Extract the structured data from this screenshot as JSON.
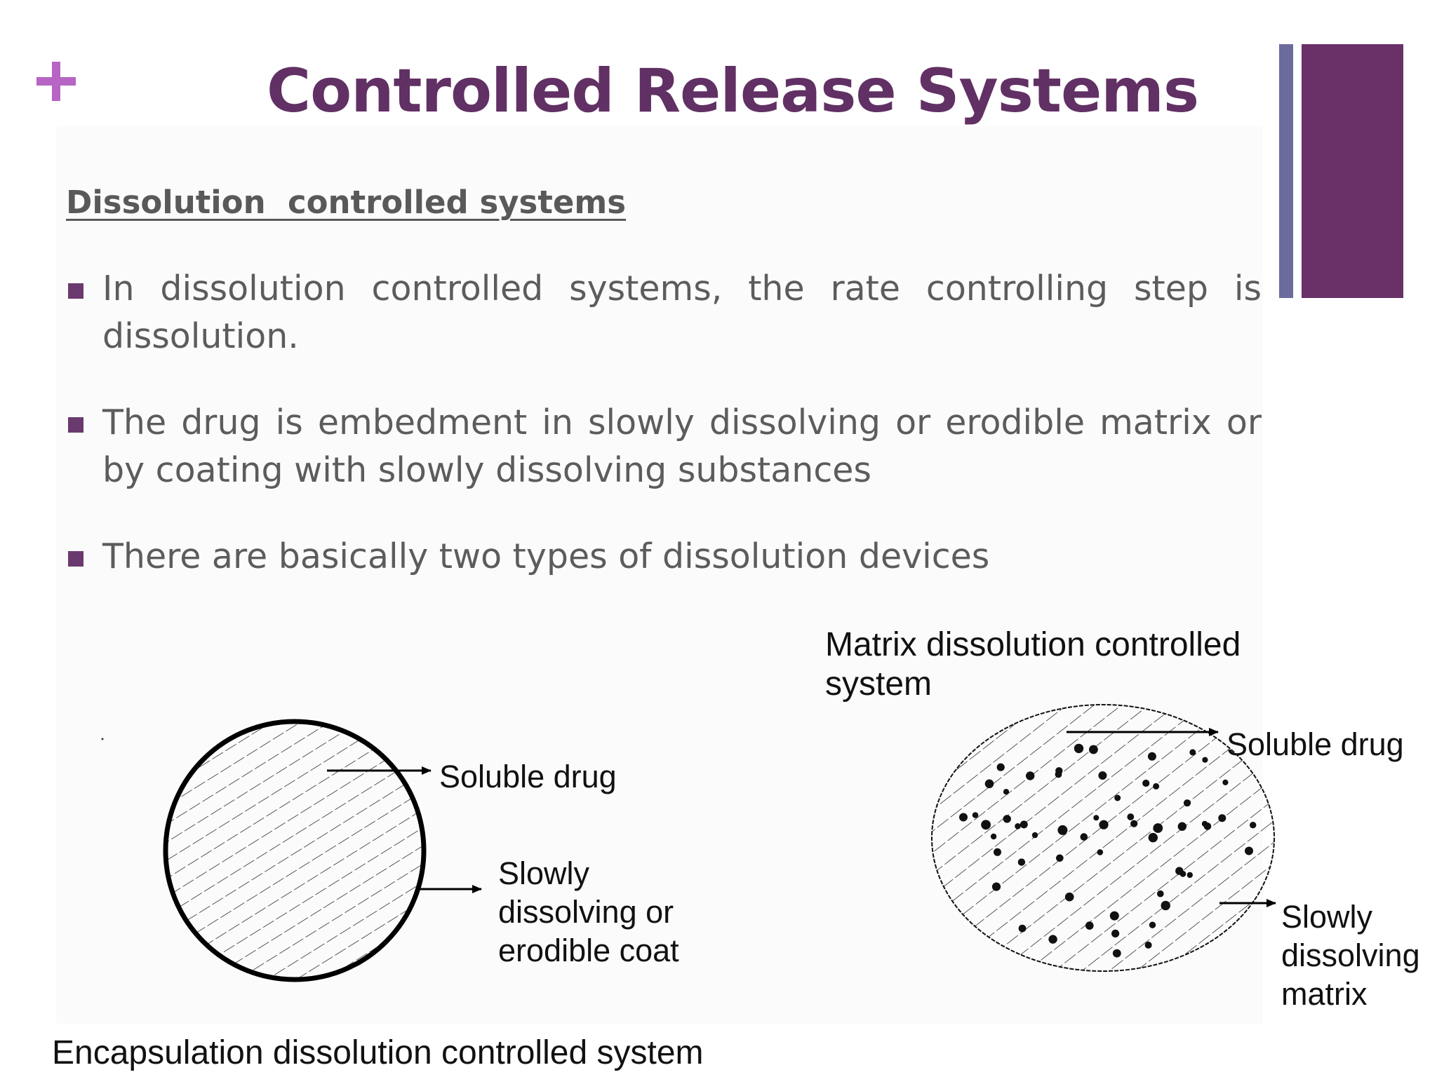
{
  "slide": {
    "title": "Controlled Release Systems",
    "section_heading": "Dissolution  controlled systems",
    "bullets": [
      "In dissolution controlled systems, the rate controlling step is dissolution.",
      "The drug is embedment in slowly dissolving or erodible matrix or by coating with slowly dissolving substances",
      "There are basically two types of dissolution devices"
    ]
  },
  "encapsulation_diagram": {
    "caption": "Encapsulation dissolution controlled system",
    "label_drug": "Soluble drug",
    "label_coat": "Slowly dissolving or erodible coat"
  },
  "matrix_diagram": {
    "caption": "Matrix dissolution controlled system",
    "label_drug": "Soluble drug",
    "label_matrix": "Slowly dissolving matrix"
  },
  "colors": {
    "title": "#613064",
    "accent_plus": "#b665c4",
    "accent_bar_thin": "#6b6b9e",
    "accent_bar_thick": "#6a3068",
    "body_text": "#5c5c5c"
  }
}
